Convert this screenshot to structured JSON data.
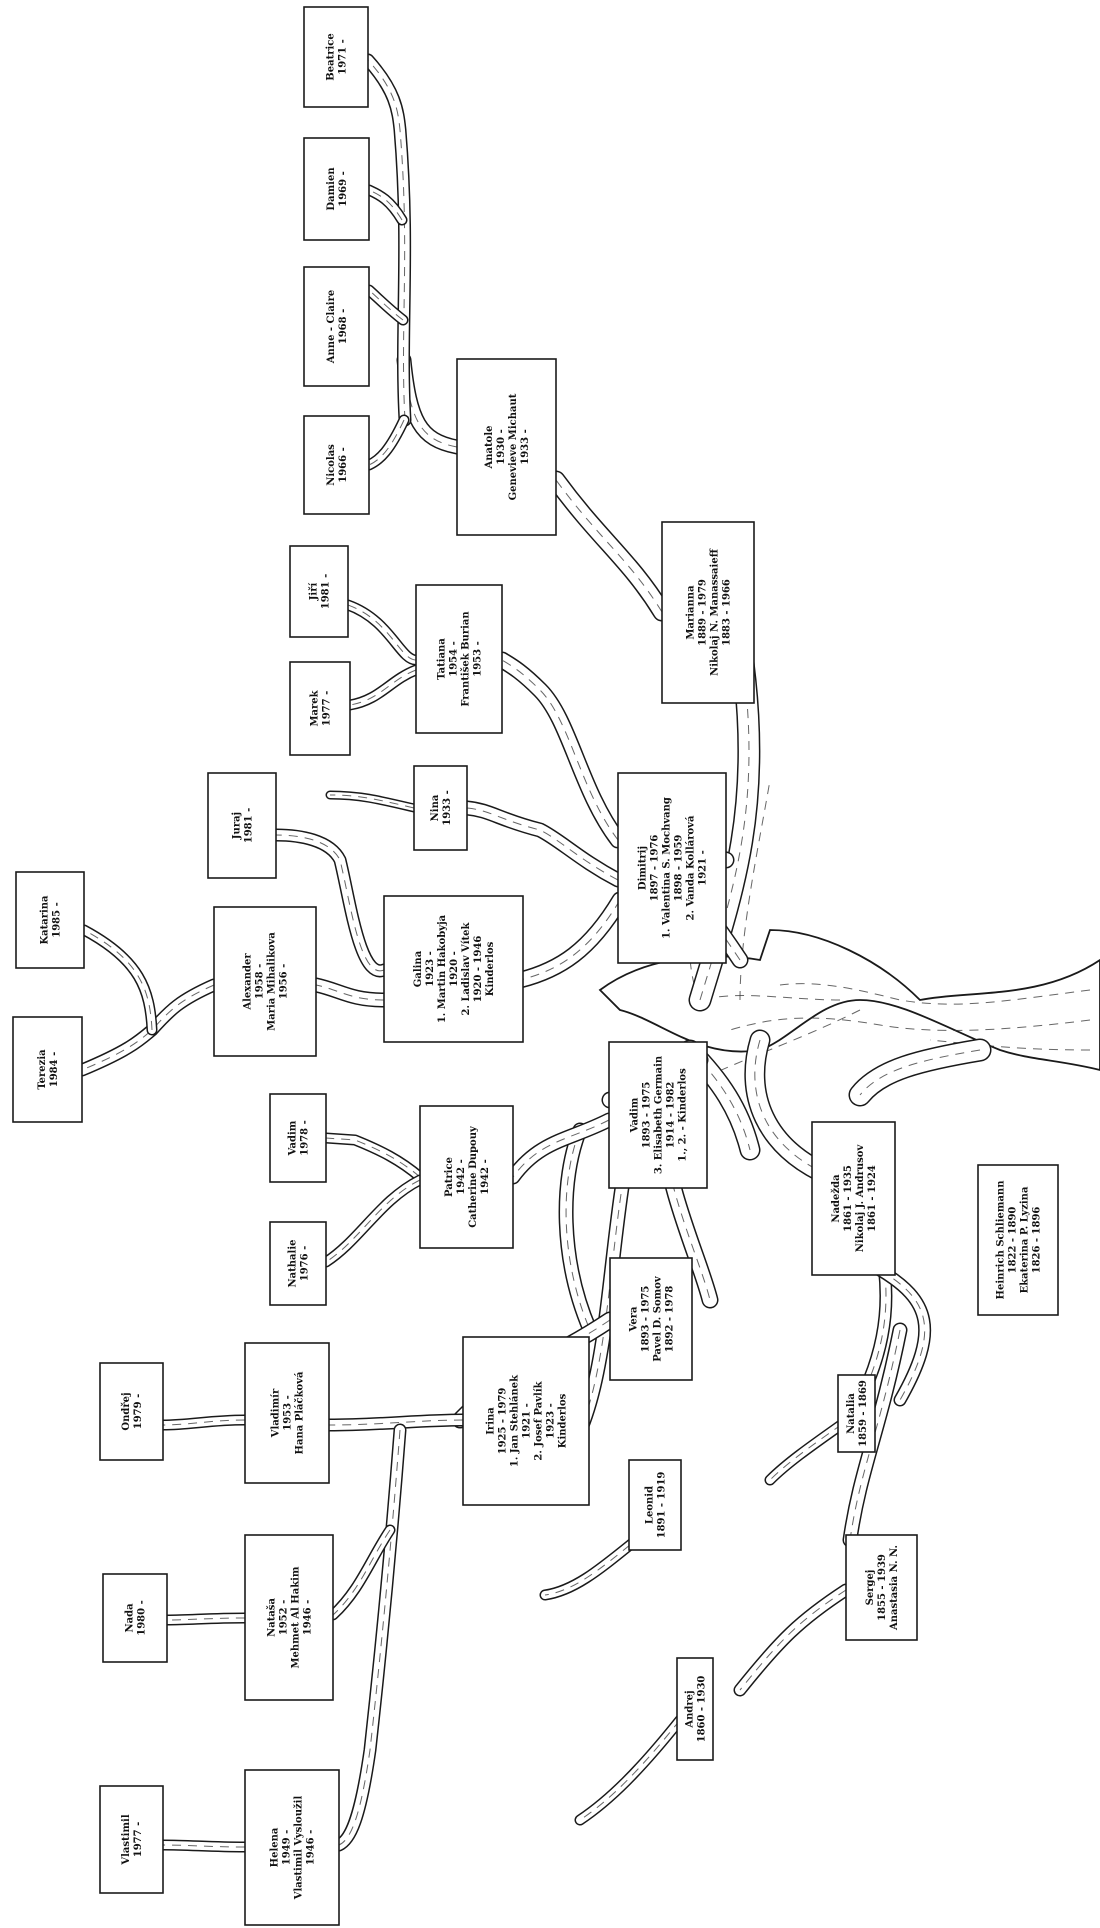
{
  "people": [
    {
      "id": "heinrich",
      "lines": [
        "Heinrich Schliemann",
        "1822 - 1890",
        "Ekaterina P. Lyzina",
        "1826 - 1896"
      ]
    },
    {
      "id": "nadezda",
      "lines": [
        "Nadežda",
        "1861 - 1935",
        "Nikolaj J. Andrusov",
        "1861 - 1924"
      ]
    },
    {
      "id": "natalia",
      "lines": [
        "Natalia",
        "1859 - 1869"
      ]
    },
    {
      "id": "sergej",
      "lines": [
        "Sergej",
        "1855 - 1939",
        "Anastasia N. N."
      ]
    },
    {
      "id": "andrej",
      "lines": [
        "Andrej",
        "1860 - 1930"
      ]
    },
    {
      "id": "marianna",
      "lines": [
        "Marianna",
        "1889 - 1979",
        "Nikolaj N. Manassaieff",
        "1883 - 1966"
      ]
    },
    {
      "id": "dimitrij",
      "lines": [
        "Dimitrij",
        "1897 - 1976",
        "1. Valentina S. Mochvang",
        "1898 - 1959",
        "2. Vanda Kollárová",
        "1921 -"
      ]
    },
    {
      "id": "vadim-1893",
      "lines": [
        "Vadim",
        "1893 - 1975",
        "3. Elisabeth Germain",
        "1914 - 1982",
        "1., 2. - Kinderlos"
      ]
    },
    {
      "id": "vera",
      "lines": [
        "Vera",
        "1893 - 1975",
        "Pavel D. Somov",
        "1892 - 1978"
      ]
    },
    {
      "id": "leonid",
      "lines": [
        "Leonid",
        "1891 - 1919"
      ]
    },
    {
      "id": "irina",
      "lines": [
        "Irina",
        "1925 - 1979",
        "1. Jan Stehlánek",
        "1921 -",
        "2. Josef Pavlík",
        "1923 -",
        "Kinderlos"
      ]
    },
    {
      "id": "anatole",
      "lines": [
        "Anatole",
        "1930 -",
        "Genevieve Michaut",
        "1933 -"
      ]
    },
    {
      "id": "tatiana",
      "lines": [
        "Tatiana",
        "1954 -",
        "František Burian",
        "1953 -"
      ]
    },
    {
      "id": "nina",
      "lines": [
        "Nina",
        "1933 -"
      ]
    },
    {
      "id": "galina",
      "lines": [
        "Galina",
        "1923 -",
        "1. Martin Hakobyja",
        "1920 -",
        "2. Ladislav Vítek",
        "1920 - 1946",
        "Kinderlos"
      ]
    },
    {
      "id": "patrice",
      "lines": [
        "Patrice",
        "1942 -",
        "Catherine Dupouy",
        "1942 -"
      ]
    },
    {
      "id": "vladimir",
      "lines": [
        "Vladimír",
        "1953 -",
        "Hana Pláčková"
      ]
    },
    {
      "id": "natasa",
      "lines": [
        "Nataša",
        "1952 -",
        "Mehmet Al Hakim",
        "1946 -"
      ]
    },
    {
      "id": "helena",
      "lines": [
        "Helena",
        "1949 -",
        "Vlastimil Vysloužil",
        "1946 -"
      ]
    },
    {
      "id": "alexander",
      "lines": [
        "Alexander",
        "1958 -",
        "Maria Mihalikova",
        "1956 -"
      ]
    },
    {
      "id": "beatrice",
      "lines": [
        "Beatrice",
        "1971 -"
      ]
    },
    {
      "id": "damien",
      "lines": [
        "Damien",
        "1969 -"
      ]
    },
    {
      "id": "anne-claire",
      "lines": [
        "Anne - Claire",
        "1968 -"
      ]
    },
    {
      "id": "nicolas",
      "lines": [
        "Nicolas",
        "1966 -"
      ]
    },
    {
      "id": "jiri",
      "lines": [
        "Jiří",
        "1981 -"
      ]
    },
    {
      "id": "marek",
      "lines": [
        "Marek",
        "1977 -"
      ]
    },
    {
      "id": "juraj",
      "lines": [
        "Juraj",
        "1981 -"
      ]
    },
    {
      "id": "vadim-1978",
      "lines": [
        "Vadim",
        "1978 -"
      ]
    },
    {
      "id": "nathalie",
      "lines": [
        "Nathalie",
        "1976 -"
      ]
    },
    {
      "id": "ondrej",
      "lines": [
        "Ondřej",
        "1979 -"
      ]
    },
    {
      "id": "nada",
      "lines": [
        "Nada",
        "1980 -"
      ]
    },
    {
      "id": "vlastimil",
      "lines": [
        "Vlastimil",
        "1977 -"
      ]
    },
    {
      "id": "katarina",
      "lines": [
        "Katarina",
        "1985 -"
      ]
    },
    {
      "id": "terezia",
      "lines": [
        "Terezia",
        "1984 -"
      ]
    }
  ]
}
